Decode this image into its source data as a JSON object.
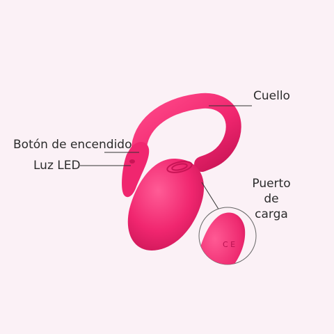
{
  "colors": {
    "background": "#fbf1f6",
    "device": "#f0266f",
    "device_shadow": "#c81455",
    "device_highlight": "#ff5c96",
    "leader_line": "#333333"
  },
  "labels": {
    "neck": "Cuello",
    "power_button": "Botón de encendido",
    "led_light": "Luz LED",
    "charging_port_line1": "Puerto",
    "charging_port_line2": "de",
    "charging_port_line3": "carga"
  },
  "inset": {
    "markings": "C E"
  }
}
